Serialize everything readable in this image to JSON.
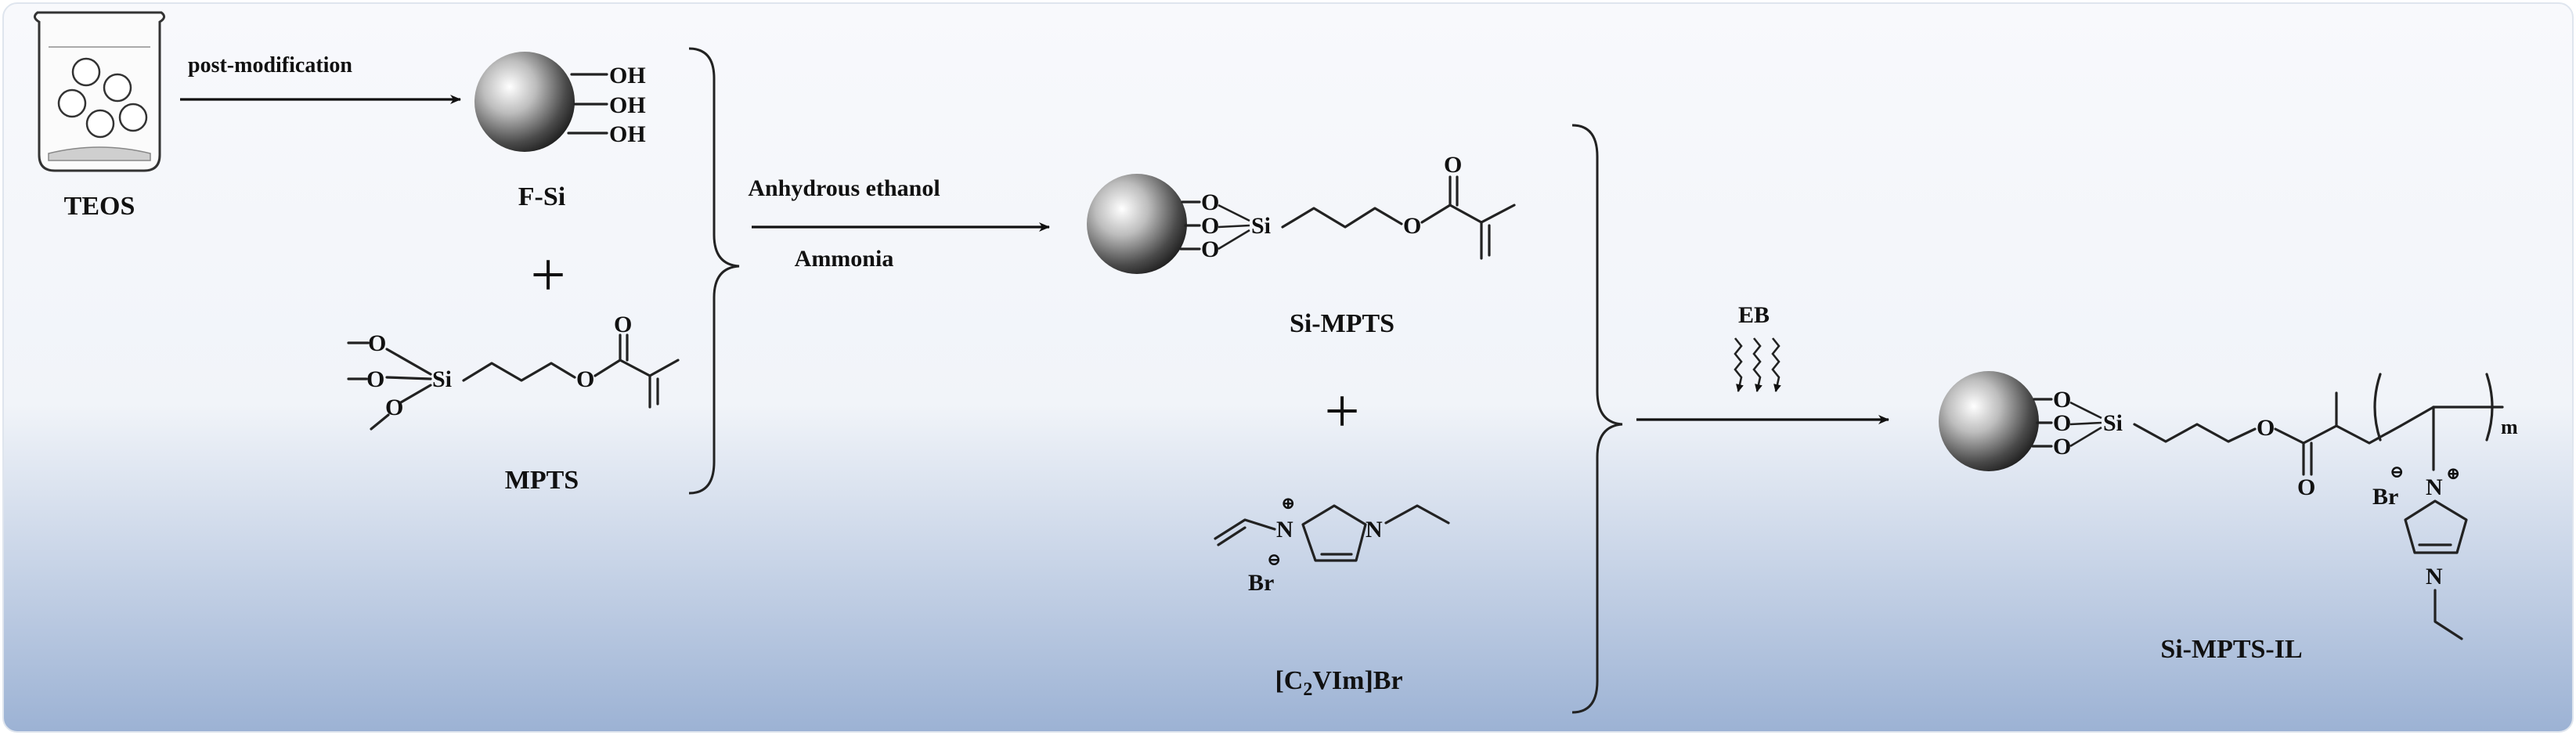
{
  "labels": {
    "teos": "TEOS",
    "post_modification": "post-modification",
    "f_si": "F-Si",
    "mpts": "MPTS",
    "anhydrous_ethanol": "Anhydrous ethanol",
    "ammonia": "Ammonia",
    "si_mpts": "Si-MPTS",
    "eb": "EB",
    "c2vim_prefix": "[C",
    "c2vim_sub": "2",
    "c2vim_suffix": "VIm]Br",
    "si_mpts_il": "Si-MPTS-IL",
    "plus": "+"
  },
  "atoms": {
    "oh": "OH",
    "o": "O",
    "si": "Si",
    "n": "N",
    "br": "Br",
    "m": "m",
    "plus_charge": "⊕",
    "minus_charge": "⊖"
  },
  "colors": {
    "background_top": "#f7f9fc",
    "background_bottom": "#9fb4d6",
    "sphere_light": "#fdfdfd",
    "sphere_dark": "#1e1e1e"
  }
}
